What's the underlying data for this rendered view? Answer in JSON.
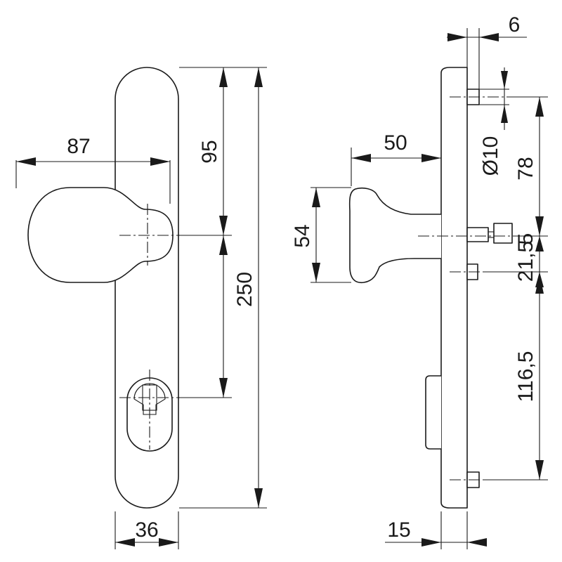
{
  "dimensions": {
    "knob_width": "87",
    "top_to_knob": "95",
    "plate_length": "250",
    "plate_width": "36",
    "knob_offset": "50",
    "knob_diameter": "54",
    "screw_offset": "6",
    "screw_diameter": "Ø10",
    "top_screw_spacing": "78",
    "side_gap": "5",
    "upper_spacing": "21,5",
    "lower_spacing": "116,5",
    "plate_thickness": "15"
  },
  "colors": {
    "line": "#1a1a1a",
    "background": "#ffffff"
  }
}
